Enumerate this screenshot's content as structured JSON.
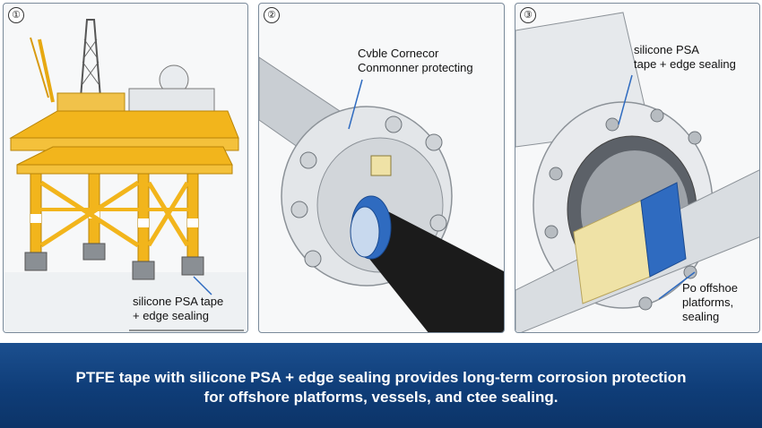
{
  "panels": [
    {
      "number": "①",
      "label_lines": [
        "silicone PSA tape",
        "+ edge sealing"
      ]
    },
    {
      "number": "②",
      "label_lines": [
        "Cvble Cornecor",
        "Conmonner protecting"
      ]
    },
    {
      "number": "③",
      "label_lines": [
        "silicone PSA",
        "tape + edge sealing"
      ],
      "label2_lines": [
        "Po offshoe",
        "platforms,",
        "sealing"
      ]
    }
  ],
  "banner": {
    "line1": "PTFE tape with silicone PSA + edge sealing provides long-term corrosion protection",
    "line2": "for offshore platforms, vessels, and ctee sealing."
  },
  "colors": {
    "banner": "#114079",
    "structure_yellow": "#f2b51c",
    "tape_blue": "#2f6bc0",
    "tape_cream": "#efe2a6"
  }
}
